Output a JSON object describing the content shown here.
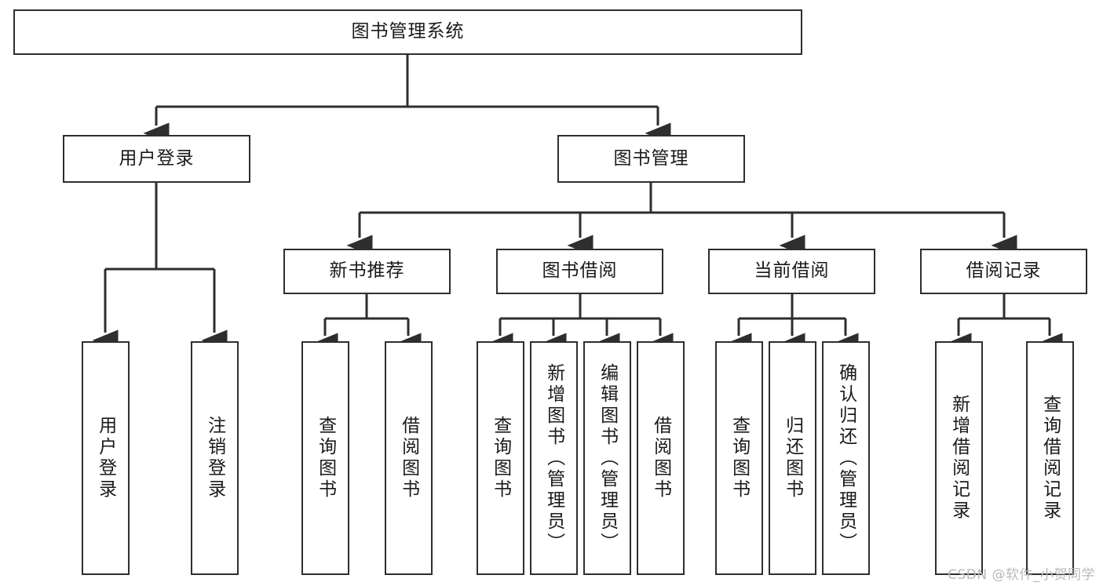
{
  "diagram": {
    "title": "图书管理系统",
    "root": {
      "label": "图书管理系统"
    },
    "level1": [
      {
        "label": "用户登录"
      },
      {
        "label": "图书管理"
      }
    ],
    "level2": [
      {
        "label": "新书推荐"
      },
      {
        "label": "图书借阅"
      },
      {
        "label": "当前借阅"
      },
      {
        "label": "借阅记录"
      }
    ],
    "leaves": {
      "user_login": [
        {
          "label": "用户登录"
        },
        {
          "label": "注销登录"
        }
      ],
      "new_book_recommend": [
        {
          "label": "查询图书"
        },
        {
          "label": "借阅图书"
        }
      ],
      "book_borrow": [
        {
          "label": "查询图书"
        },
        {
          "label": "新增图书（管理员）"
        },
        {
          "label": "编辑图书（管理员）"
        },
        {
          "label": "借阅图书"
        }
      ],
      "current_borrow": [
        {
          "label": "查询图书"
        },
        {
          "label": "归还图书"
        },
        {
          "label": "确认归还（管理员）"
        }
      ],
      "borrow_record": [
        {
          "label": "新增借阅记录"
        },
        {
          "label": "查询借阅记录"
        }
      ]
    }
  },
  "watermark": {
    "text": "CSDN @软件_小贺同学"
  },
  "colors": {
    "stroke": "#2e2e2e",
    "background": "#ffffff",
    "text": "#1a1a1a",
    "watermark": "#b9b9b9"
  }
}
